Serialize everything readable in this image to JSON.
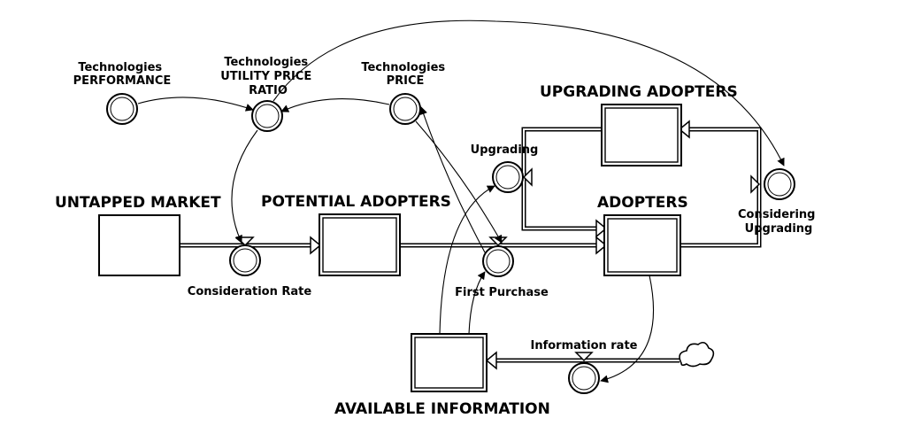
{
  "diagram": {
    "stocks": {
      "untapped_market": "UNTAPPED MARKET",
      "potential_adopters": "POTENTIAL ADOPTERS",
      "adopters": "ADOPTERS",
      "upgrading_adopters": "UPGRADING ADOPTERS",
      "available_information": "AVAILABLE INFORMATION"
    },
    "variables": {
      "tech_performance": [
        "Technologies",
        "PERFORMANCE"
      ],
      "tech_upr": [
        "Technologies",
        "UTILITY PRICE",
        "RATIO"
      ],
      "tech_price": [
        "Technologies",
        "PRICE"
      ],
      "upgrading": "Upgrading",
      "considering_upgrading": [
        "Considering",
        "Upgrading"
      ],
      "consideration_rate": "Consideration Rate",
      "first_purchase": "First Purchase",
      "information_rate": "Information rate"
    }
  }
}
